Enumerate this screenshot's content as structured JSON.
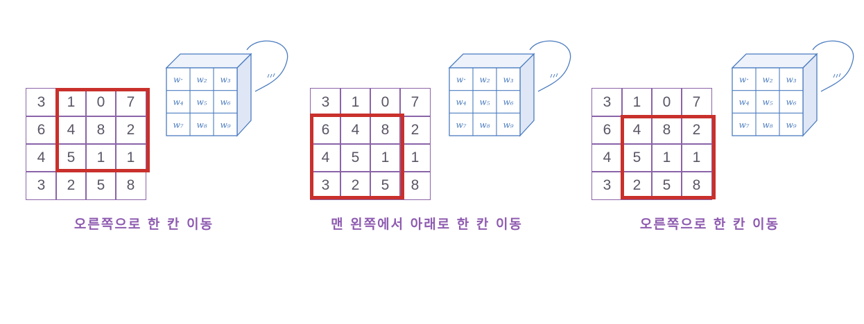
{
  "input_matrix": [
    [
      "3",
      "1",
      "0",
      "7"
    ],
    [
      "6",
      "4",
      "8",
      "2"
    ],
    [
      "4",
      "5",
      "1",
      "1"
    ],
    [
      "3",
      "2",
      "5",
      "8"
    ]
  ],
  "kernel": [
    [
      "w·",
      "w₂",
      "w₃"
    ],
    [
      "w₄",
      "w₅",
      "w₆"
    ],
    [
      "w₇",
      "w₈",
      "w₉"
    ]
  ],
  "panels": [
    {
      "caption": "오른쪽으로 한 칸 이동",
      "window_row": 0,
      "window_col": 1
    },
    {
      "caption": "맨 왼쪽에서 아래로 한 칸 이동",
      "window_row": 1,
      "window_col": 0
    },
    {
      "caption": "오른쪽으로 한 칸 이동",
      "window_row": 1,
      "window_col": 1
    }
  ],
  "colors": {
    "grid": "#8a63a8",
    "highlight": "#c9302c",
    "kernel": "#4a7bbf",
    "caption": "#8e5bb0"
  }
}
